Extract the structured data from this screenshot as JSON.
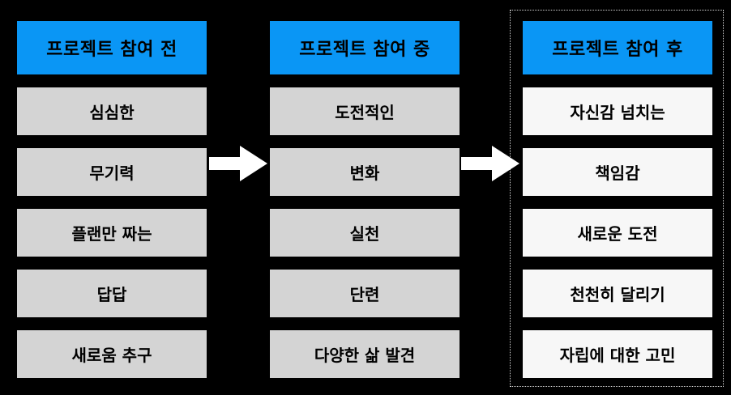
{
  "columns": [
    {
      "header": "프로젝트 참여 전",
      "items": [
        "심심한",
        "무기력",
        "플랜만 짜는",
        "답답",
        "새로움 추구"
      ]
    },
    {
      "header": "프로젝트 참여 중",
      "items": [
        "도전적인",
        "변화",
        "실천",
        "단련",
        "다양한 삶 발견"
      ]
    },
    {
      "header": "프로젝트 참여 후",
      "items": [
        "자신감 넘치는",
        "책임감",
        "새로운 도전",
        "천천히 달리기",
        "자립에 대한 고민"
      ]
    }
  ],
  "colors": {
    "background": "#000000",
    "header": "#0A96F5",
    "item_gray": "#D4D4D4",
    "item_white": "#F7F7F7",
    "arrow": "#FFFFFF",
    "frame": "#CFCFCF"
  },
  "icons": {
    "arrow_1": "right-arrow-icon",
    "arrow_2": "right-arrow-icon"
  }
}
